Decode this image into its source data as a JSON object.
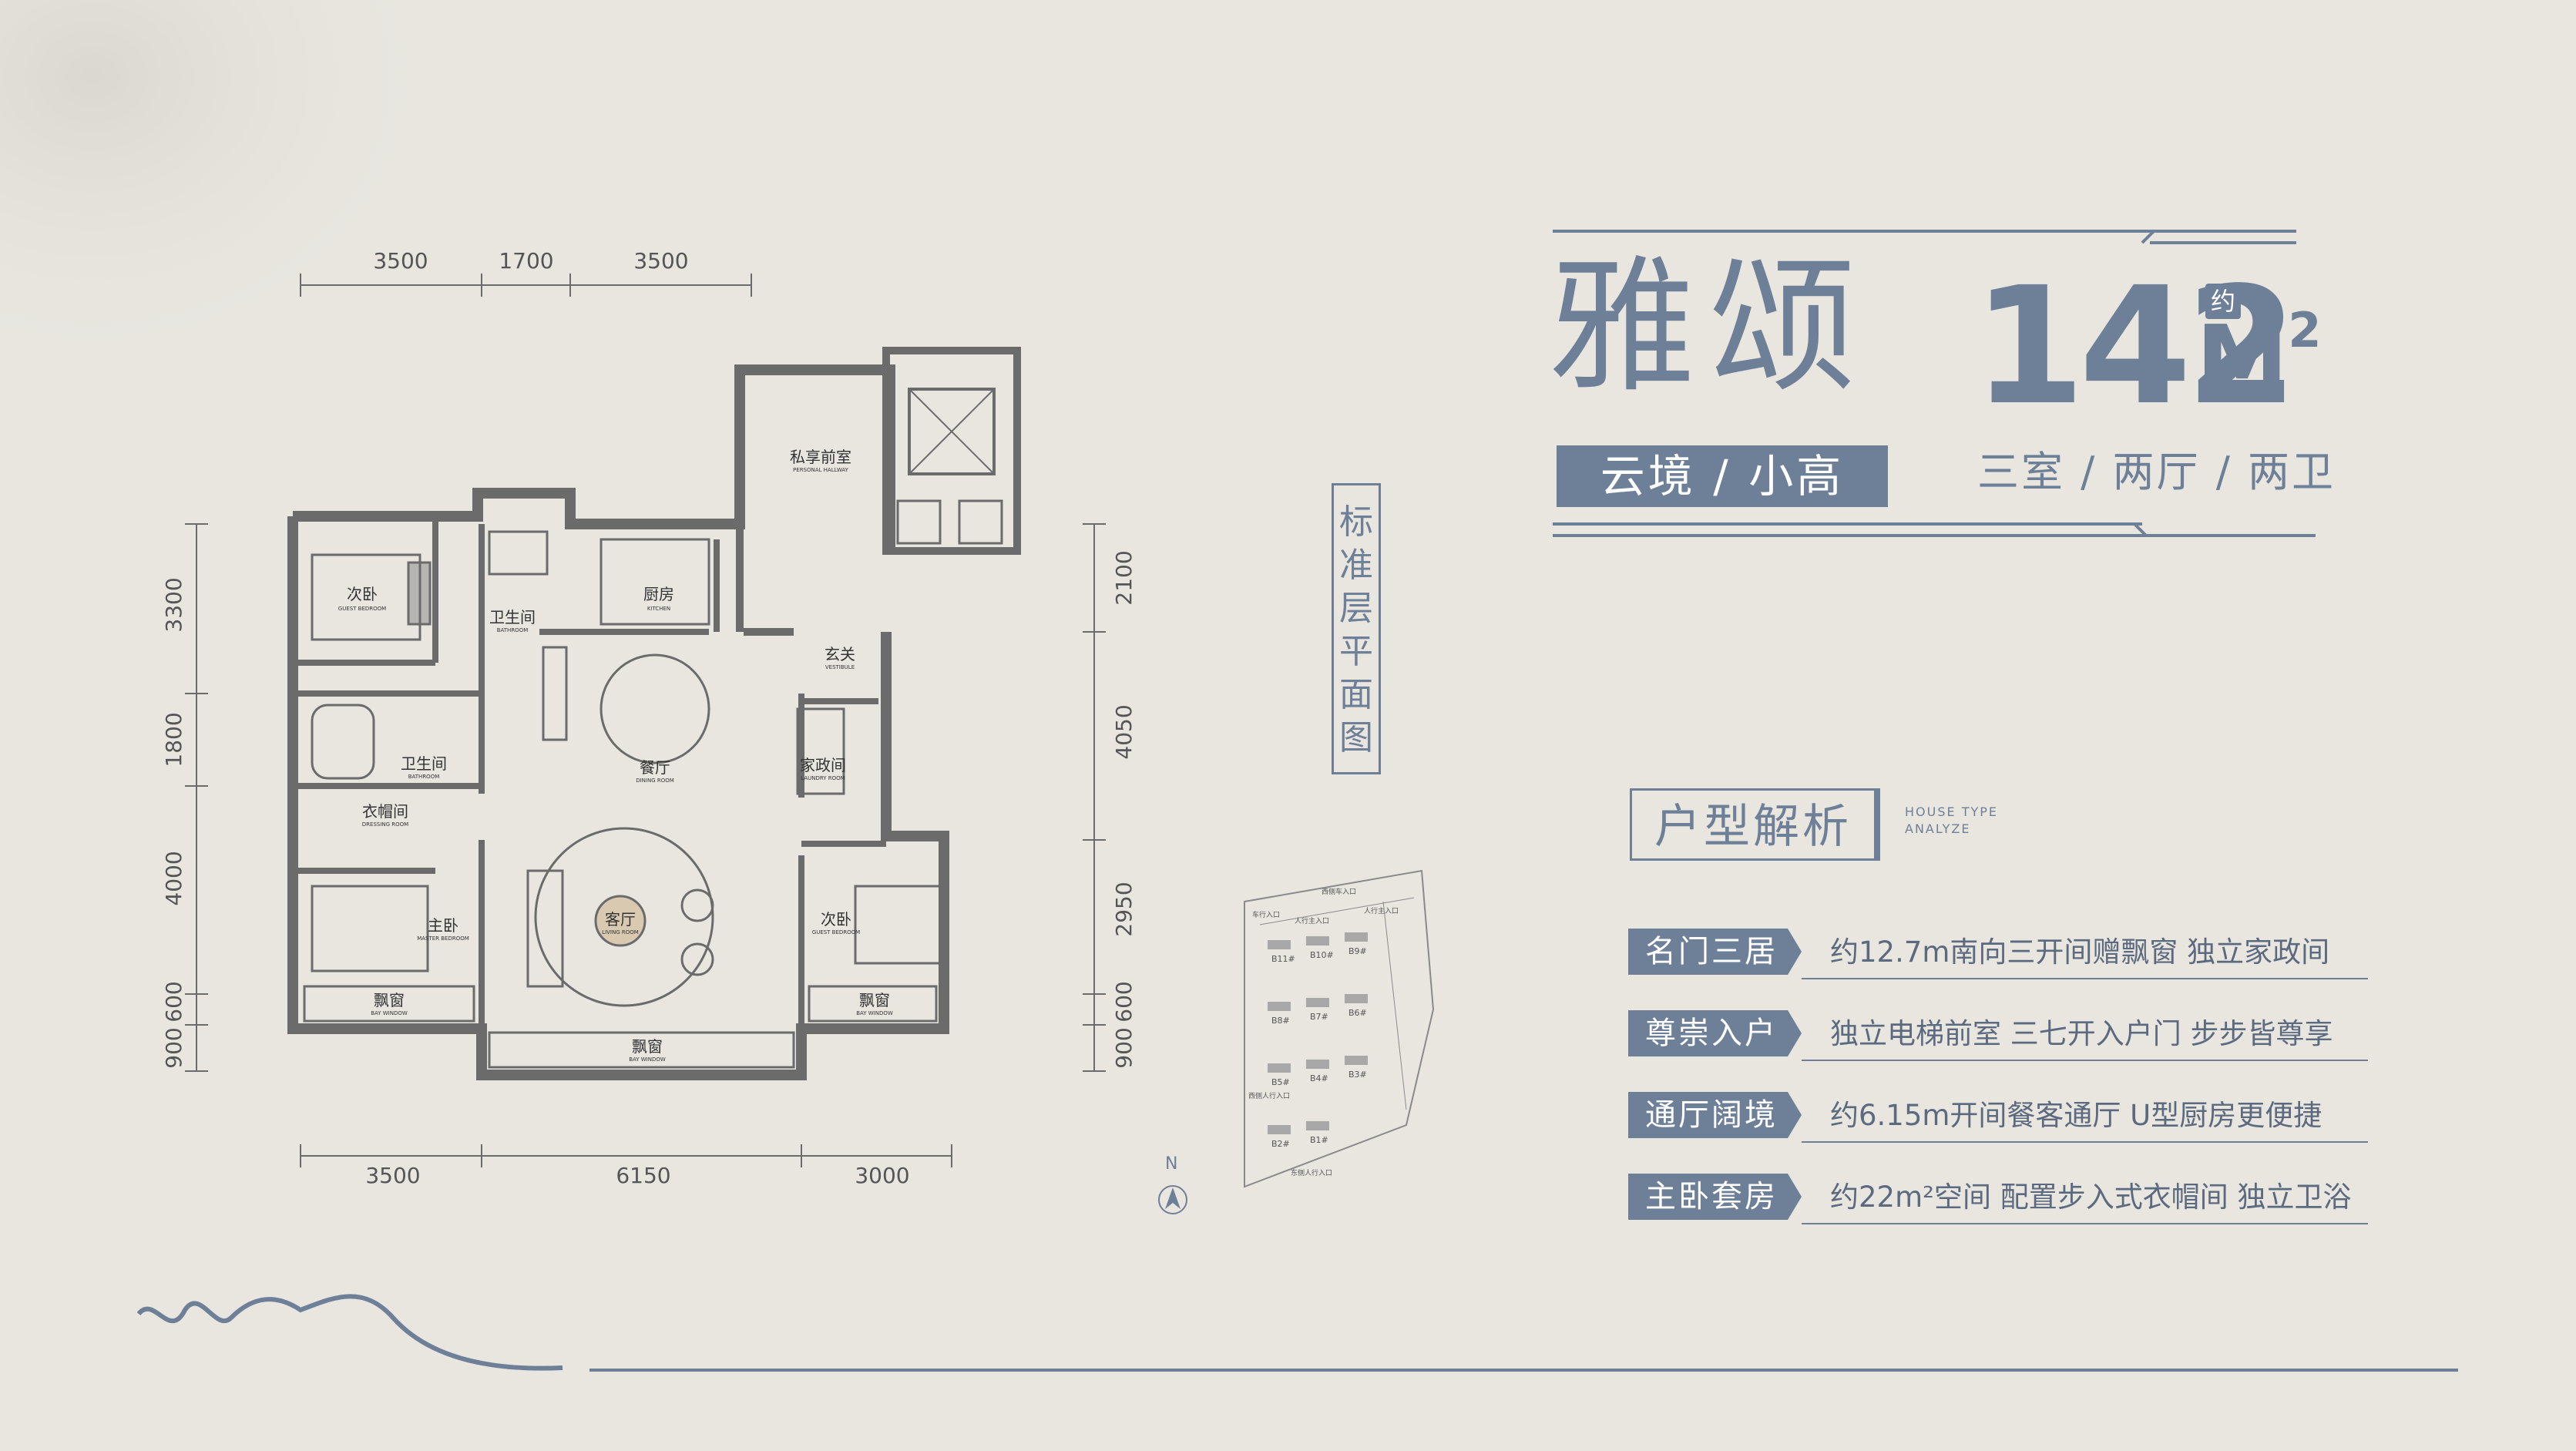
{
  "title": {
    "name": "雅颂",
    "area_prefix": "约",
    "area_value": "142",
    "area_unit": "M",
    "area_exp": "2"
  },
  "subtitle": "云境 / 小高",
  "rooms": "三室 / 两厅 / 两卫",
  "plan_label": [
    "标",
    "准",
    "层",
    "平",
    "面",
    "图"
  ],
  "analysis": {
    "title": "户型解析",
    "en": [
      "HOUSE TYPE",
      "ANALYZE"
    ]
  },
  "features": [
    {
      "tag": "名门三居",
      "desc": "约12.7m南向三开间赠飘窗 独立家政间"
    },
    {
      "tag": "尊崇入户",
      "desc": "独立电梯前室 三七开入户门 步步皆尊享"
    },
    {
      "tag": "通厅阔境",
      "desc": "约6.15m开间餐客通厅 U型厨房更便捷"
    },
    {
      "tag": "主卧套房",
      "desc": "约22m²空间 配置步入式衣帽间 独立卫浴"
    }
  ],
  "dimensions": {
    "top": [
      "3500",
      "1700",
      "3500"
    ],
    "bottom": [
      "3500",
      "6150",
      "3000"
    ],
    "left": [
      "3300",
      "1800",
      "4000",
      "600",
      "900"
    ],
    "right": [
      "2100",
      "4050",
      "2950",
      "600",
      "900"
    ]
  },
  "rooms_plan": {
    "guest1": {
      "cn": "次卧",
      "en": "GUEST BEDROOM"
    },
    "bath1": {
      "cn": "卫生间",
      "en": "BATHROOM"
    },
    "kitchen": {
      "cn": "厨房",
      "en": "KITCHEN"
    },
    "hallway": {
      "cn": "私享前室",
      "en": "PERSONAL HALLWAY"
    },
    "vestibule": {
      "cn": "玄关",
      "en": "VESTIBULE"
    },
    "dining": {
      "cn": "餐厅",
      "en": "DINING ROOM"
    },
    "bath2": {
      "cn": "卫生间",
      "en": "BATHROOM"
    },
    "dressing": {
      "cn": "衣帽间",
      "en": "DRESSING ROOM"
    },
    "laundry": {
      "cn": "家政间",
      "en": "LAUNDRY ROOM"
    },
    "master": {
      "cn": "主卧",
      "en": "MASTER BEDROOM"
    },
    "living": {
      "cn": "客厅",
      "en": "LIVING ROOM"
    },
    "guest2": {
      "cn": "次卧",
      "en": "GUEST BEDROOM"
    },
    "bay1": {
      "cn": "飘窗",
      "en": "BAY WINDOW"
    },
    "bay2": {
      "cn": "飘窗",
      "en": "BAY WINDOW"
    },
    "bay3": {
      "cn": "飘窗",
      "en": "BAY WINDOW"
    }
  },
  "site_plan": {
    "buildings": [
      "B11#",
      "B10#",
      "B9#",
      "B8#",
      "B7#",
      "B6#",
      "B5#",
      "B4#",
      "B3#",
      "B2#",
      "B1#"
    ],
    "entrances": [
      "西侧车入口",
      "人行主入口",
      "车行入口",
      "人行主入口",
      "西侧人行入口",
      "东侧人行入口"
    ],
    "north": "N"
  },
  "colors": {
    "accent": "#6e7f98",
    "background": "#e9e6e0",
    "wall": "#6b6b6b"
  }
}
